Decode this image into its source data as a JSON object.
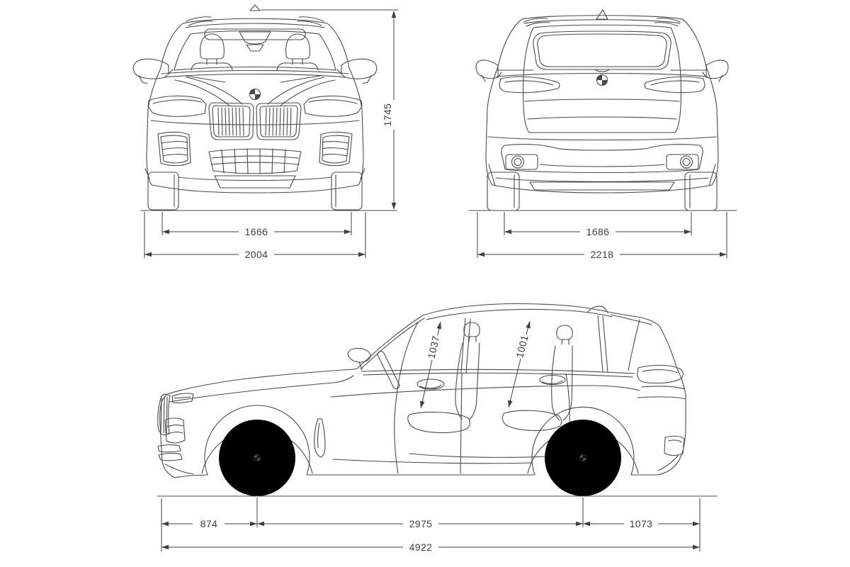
{
  "colors": {
    "line": "#4a4a4a",
    "dim": "#3f3f3f",
    "text": "#3e3e3e",
    "bg": "#ffffff"
  },
  "diagram": {
    "subject": "suv-three-view-dimensions-blueprint",
    "unit_note": "",
    "views": {
      "front": {
        "name": "front-view",
        "dimensions": {
          "height": "1745",
          "track_width": "1666",
          "overall_width": "2004"
        }
      },
      "rear": {
        "name": "rear-view",
        "dimensions": {
          "track_width": "1686",
          "overall_width_incl_mirrors": "2218"
        }
      },
      "side": {
        "name": "side-view",
        "dimensions": {
          "front_headroom": "1037",
          "rear_headroom": "1001",
          "front_overhang": "874",
          "wheelbase": "2975",
          "rear_overhang": "1073",
          "overall_length": "4922"
        }
      }
    },
    "icons": {
      "brand": "bmw-roundel-icon"
    }
  }
}
